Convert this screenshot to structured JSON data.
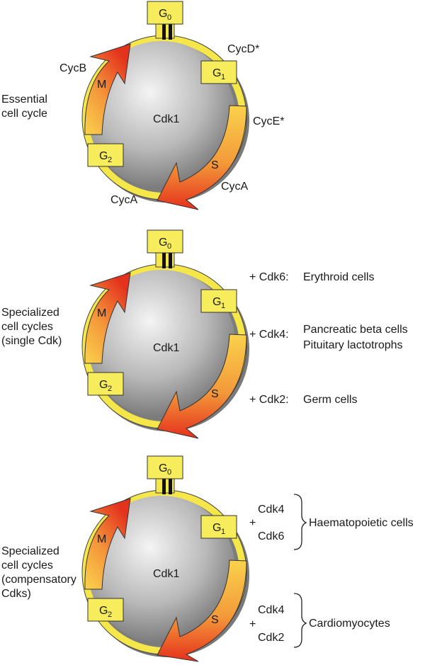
{
  "panels": [
    {
      "title_lines": [
        "Essential",
        "cell cycle"
      ],
      "core": "Cdk1",
      "phases": {
        "g0": "G",
        "g0_sub": "0",
        "g1": "G",
        "g1_sub": "1",
        "g2": "G",
        "g2_sub": "2",
        "s": "S",
        "m": "M"
      },
      "cyclins": {
        "cycb": "CycB",
        "cycd": "CycD*",
        "cyce": "CycE*",
        "cyca_right": "CycA",
        "cyca_left": "CycA"
      }
    },
    {
      "title_lines": [
        "Specialized",
        "cell cycles",
        "(single Cdk)"
      ],
      "core": "Cdk1",
      "phases": {
        "g0": "G",
        "g0_sub": "0",
        "g1": "G",
        "g1_sub": "1",
        "g2": "G",
        "g2_sub": "2",
        "s": "S",
        "m": "M"
      },
      "annotations": [
        {
          "cdk": "+ Cdk6:",
          "cells": [
            "Erythroid cells"
          ]
        },
        {
          "cdk": "+ Cdk4:",
          "cells": [
            "Pancreatic beta cells",
            "Pituitary lactotrophs"
          ]
        },
        {
          "cdk": "+ Cdk2:",
          "cells": [
            "Germ cells"
          ]
        }
      ]
    },
    {
      "title_lines": [
        "Specialized",
        "cell cycles",
        "(compensatory",
        "Cdks)"
      ],
      "core": "Cdk1",
      "phases": {
        "g0": "G",
        "g0_sub": "0",
        "g1": "G",
        "g1_sub": "1",
        "g2": "G",
        "g2_sub": "2",
        "s": "S",
        "m": "M"
      },
      "groups": [
        {
          "plus": "+",
          "cdk_a": "Cdk4",
          "cdk_b": "Cdk6",
          "cells": "Haematopoietic cells"
        },
        {
          "plus": "+",
          "cdk_a": "Cdk4",
          "cdk_b": "Cdk2",
          "cells": "Cardiomyocytes"
        }
      ]
    }
  ],
  "colors": {
    "ring": "#f5e64a",
    "box": "#f7ec5c",
    "arrow_start": "#f9d04a",
    "arrow_end": "#e8321e",
    "sphere_light": "#f2f2f2",
    "sphere_dark": "#7a7a7a"
  }
}
